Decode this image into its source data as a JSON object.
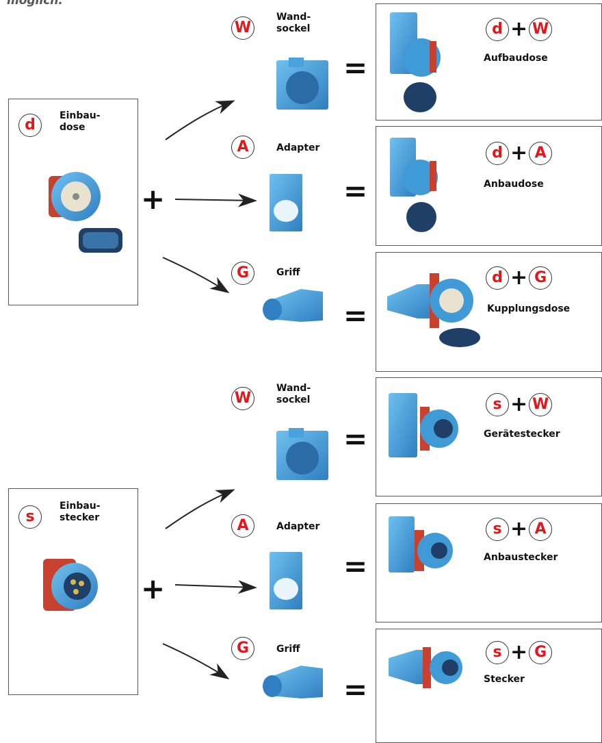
{
  "intro_text": "möglich.",
  "groups": [
    {
      "base": {
        "letter": "d",
        "label": "Einbau-\ndose"
      },
      "parts": [
        {
          "letter": "W",
          "label": "Wand-\nsockel"
        },
        {
          "letter": "A",
          "label": "Adapter"
        },
        {
          "letter": "G",
          "label": "Griff"
        }
      ],
      "results": [
        {
          "a": "d",
          "b": "W",
          "label": "Aufbaudose"
        },
        {
          "a": "d",
          "b": "A",
          "label": "Anbaudose"
        },
        {
          "a": "d",
          "b": "G",
          "label": "Kupplungsdose"
        }
      ]
    },
    {
      "base": {
        "letter": "s",
        "label": "Einbau-\nstecker"
      },
      "parts": [
        {
          "letter": "W",
          "label": "Wand-\nsockel"
        },
        {
          "letter": "A",
          "label": "Adapter"
        },
        {
          "letter": "G",
          "label": "Griff"
        }
      ],
      "results": [
        {
          "a": "s",
          "b": "W",
          "label": "Gerätestecker"
        },
        {
          "a": "s",
          "b": "A",
          "label": "Anbaustecker"
        },
        {
          "a": "s",
          "b": "G",
          "label": "Stecker"
        }
      ]
    }
  ],
  "symbols": {
    "plus": "+",
    "equals": "="
  },
  "colors": {
    "accent_red": "#e3161b",
    "product_blue": "#3f9ad6",
    "product_blue_dark": "#1f5f99",
    "housing_red": "#c8412f"
  }
}
